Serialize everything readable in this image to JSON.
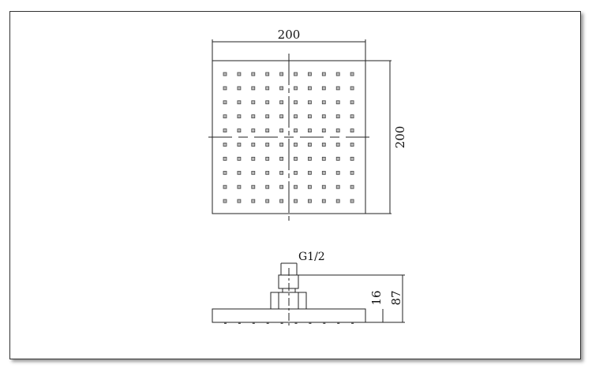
{
  "top_view": {
    "width_label": "200",
    "height_label": "200",
    "nozzle_rows": 10,
    "nozzle_cols": 10
  },
  "side_view": {
    "thread_label": "G1/2",
    "plate_thickness_label": "16",
    "total_height_label": "87"
  }
}
